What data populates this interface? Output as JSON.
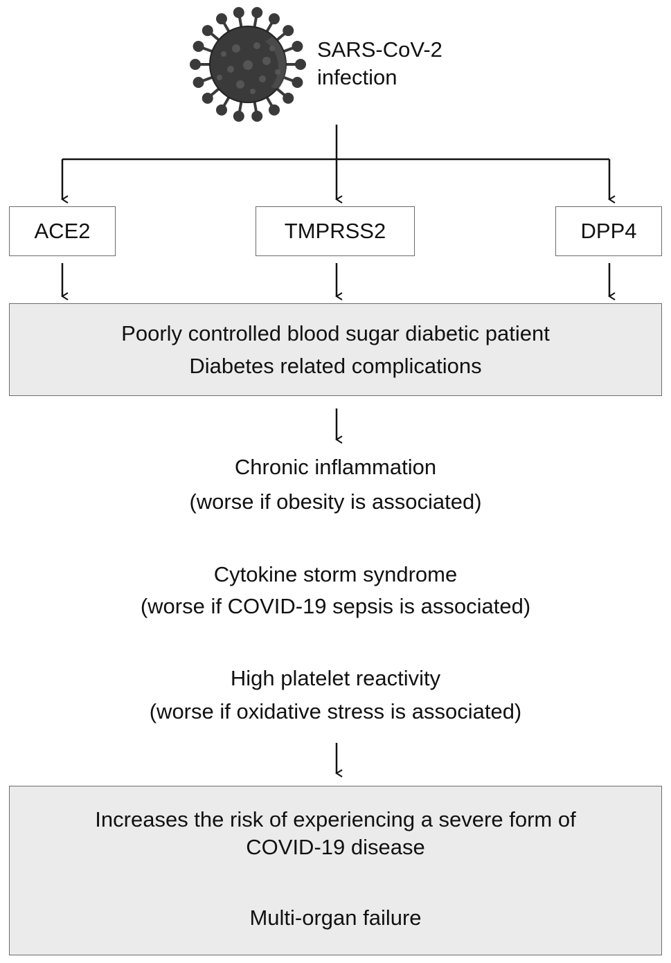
{
  "virus": {
    "icon": "virus-icon",
    "label_line1": "SARS-CoV-2",
    "label_line2": "infection"
  },
  "receptors": [
    {
      "label": "ACE2"
    },
    {
      "label": "TMPRSS2"
    },
    {
      "label": "DPP4"
    }
  ],
  "patient_box": {
    "line1": "Poorly controlled blood sugar diabetic patient",
    "line2": "Diabetes related complications"
  },
  "mechanisms": [
    {
      "title": "Chronic inflammation",
      "note": "(worse if obesity is associated)"
    },
    {
      "title": "Cytokine storm syndrome",
      "note": "(worse if COVID-19 sepsis is associated)"
    },
    {
      "title": "High platelet reactivity",
      "note": "(worse if oxidative stress is associated)"
    }
  ],
  "outcome_box": {
    "line1": "Increases the risk of experiencing a severe form of",
    "line2": "COVID-19 disease",
    "line3": "Multi-organ failure"
  },
  "colors": {
    "box_fill": "#ebebeb",
    "virus_body": "#3a3a3a",
    "line": "#111111"
  }
}
